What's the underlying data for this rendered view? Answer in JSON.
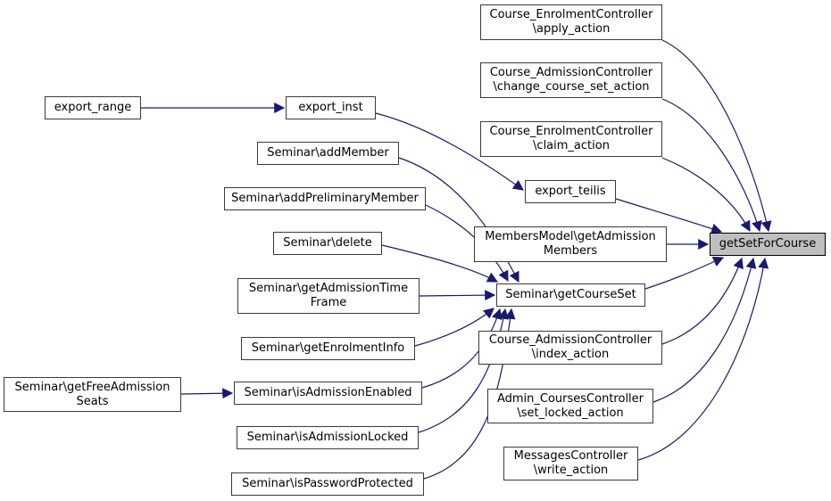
{
  "diagram": {
    "type": "call-graph",
    "focus_function": "getSetForCourse"
  },
  "colors": {
    "edge": "#191970",
    "node_border": "#3a3a3a",
    "node_background": "#ffffff",
    "highlight_fill": "#bfbfbf",
    "text": "#000000"
  },
  "nodes": [
    {
      "id": "export_range",
      "lines": [
        "export_range"
      ]
    },
    {
      "id": "export_inst",
      "lines": [
        "export_inst"
      ]
    },
    {
      "id": "Seminar\\addMember",
      "lines": [
        "Seminar\\addMember"
      ]
    },
    {
      "id": "Seminar\\addPreliminaryMember",
      "lines": [
        "Seminar\\addPreliminaryMember"
      ]
    },
    {
      "id": "Seminar\\delete",
      "lines": [
        "Seminar\\delete"
      ]
    },
    {
      "id": "Seminar\\getAdmissionTimeFrame",
      "lines": [
        "Seminar\\getAdmissionTime",
        "Frame"
      ]
    },
    {
      "id": "Seminar\\getEnrolmentInfo",
      "lines": [
        "Seminar\\getEnrolmentInfo"
      ]
    },
    {
      "id": "Seminar\\getFreeAdmissionSeats",
      "lines": [
        "Seminar\\getFreeAdmission",
        "Seats"
      ]
    },
    {
      "id": "Seminar\\isAdmissionEnabled",
      "lines": [
        "Seminar\\isAdmissionEnabled"
      ]
    },
    {
      "id": "Seminar\\isAdmissionLocked",
      "lines": [
        "Seminar\\isAdmissionLocked"
      ]
    },
    {
      "id": "Seminar\\isPasswordProtected",
      "lines": [
        "Seminar\\isPasswordProtected"
      ]
    },
    {
      "id": "Course_EnrolmentController\\apply_action",
      "lines": [
        "Course_EnrolmentController",
        "\\apply_action"
      ]
    },
    {
      "id": "Course_AdmissionController\\change_course_set_action",
      "lines": [
        "Course_AdmissionController",
        "\\change_course_set_action"
      ]
    },
    {
      "id": "Course_EnrolmentController\\claim_action",
      "lines": [
        "Course_EnrolmentController",
        "\\claim_action"
      ]
    },
    {
      "id": "export_teilis",
      "lines": [
        "export_teilis"
      ]
    },
    {
      "id": "MembersModel\\getAdmissionMembers",
      "lines": [
        "MembersModel\\getAdmission",
        "Members"
      ]
    },
    {
      "id": "Seminar\\getCourseSet",
      "lines": [
        "Seminar\\getCourseSet"
      ]
    },
    {
      "id": "Course_AdmissionController\\index_action",
      "lines": [
        "Course_AdmissionController",
        "\\index_action"
      ]
    },
    {
      "id": "Admin_CoursesController\\set_locked_action",
      "lines": [
        "Admin_CoursesController",
        "\\set_locked_action"
      ]
    },
    {
      "id": "MessagesController\\write_action",
      "lines": [
        "MessagesController",
        "\\write_action"
      ]
    },
    {
      "id": "getSetForCourse",
      "lines": [
        "getSetForCourse"
      ],
      "highlighted": true
    }
  ],
  "edges": [
    {
      "from": "export_range",
      "to": "export_inst"
    },
    {
      "from": "export_inst",
      "to": "export_teilis"
    },
    {
      "from": "Seminar\\getFreeAdmissionSeats",
      "to": "Seminar\\isAdmissionEnabled"
    },
    {
      "from": "Seminar\\addMember",
      "to": "Seminar\\getCourseSet"
    },
    {
      "from": "Seminar\\addPreliminaryMember",
      "to": "Seminar\\getCourseSet"
    },
    {
      "from": "Seminar\\delete",
      "to": "Seminar\\getCourseSet"
    },
    {
      "from": "Seminar\\getAdmissionTimeFrame",
      "to": "Seminar\\getCourseSet"
    },
    {
      "from": "Seminar\\getEnrolmentInfo",
      "to": "Seminar\\getCourseSet"
    },
    {
      "from": "Seminar\\isAdmissionEnabled",
      "to": "Seminar\\getCourseSet"
    },
    {
      "from": "Seminar\\isAdmissionLocked",
      "to": "Seminar\\getCourseSet"
    },
    {
      "from": "Seminar\\isPasswordProtected",
      "to": "Seminar\\getCourseSet"
    },
    {
      "from": "Course_EnrolmentController\\apply_action",
      "to": "getSetForCourse"
    },
    {
      "from": "Course_AdmissionController\\change_course_set_action",
      "to": "getSetForCourse"
    },
    {
      "from": "Course_EnrolmentController\\claim_action",
      "to": "getSetForCourse"
    },
    {
      "from": "export_teilis",
      "to": "getSetForCourse"
    },
    {
      "from": "MembersModel\\getAdmissionMembers",
      "to": "getSetForCourse"
    },
    {
      "from": "Seminar\\getCourseSet",
      "to": "getSetForCourse"
    },
    {
      "from": "Course_AdmissionController\\index_action",
      "to": "getSetForCourse"
    },
    {
      "from": "Admin_CoursesController\\set_locked_action",
      "to": "getSetForCourse"
    },
    {
      "from": "MessagesController\\write_action",
      "to": "getSetForCourse"
    }
  ]
}
